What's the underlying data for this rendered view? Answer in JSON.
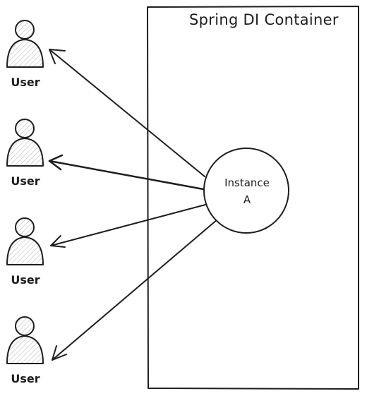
{
  "container": {
    "title": "Spring DI Container"
  },
  "instance": {
    "line1": "Instance",
    "line2": "A"
  },
  "users": [
    {
      "label": "User"
    },
    {
      "label": "User"
    },
    {
      "label": "User"
    },
    {
      "label": "User"
    }
  ],
  "colors": {
    "stroke": "#1e1e1e",
    "fill_hatch": "#c8c8c8",
    "background": "#ffffff"
  }
}
